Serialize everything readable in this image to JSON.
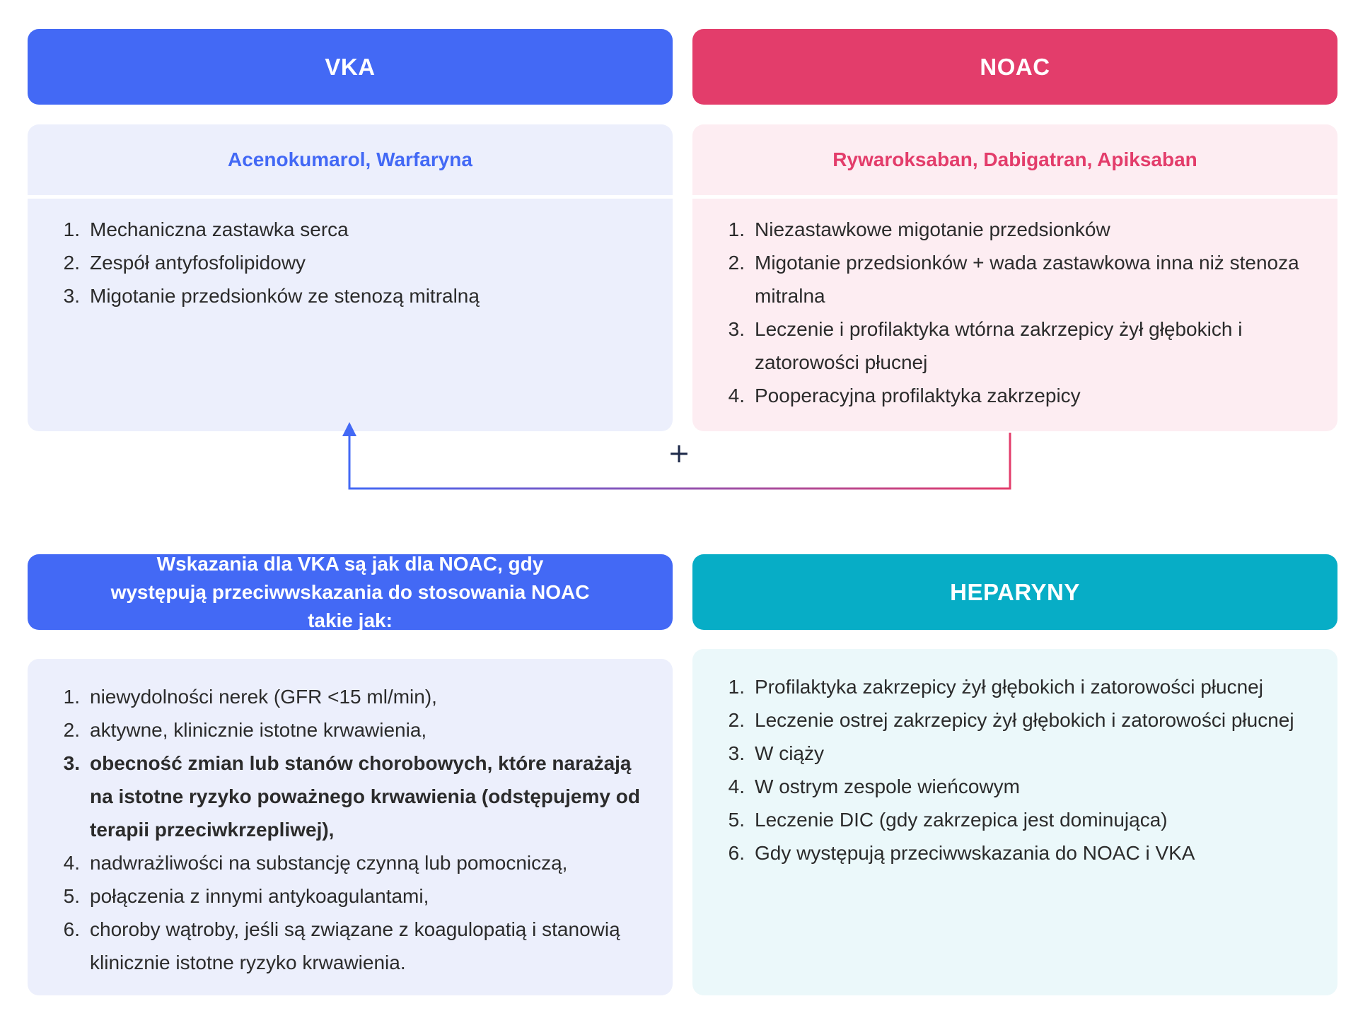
{
  "colors": {
    "vka": "#4369f5",
    "noac": "#e33d6b",
    "heparyny": "#07adc6",
    "vka_bg": "#eceffc",
    "noac_bg": "#fdedf2",
    "heparyny_bg": "#ebf8fa",
    "plus": "#1e2a4a"
  },
  "vka": {
    "title": "VKA",
    "drugs": "Acenokumarol, Warfaryna",
    "items": [
      {
        "n": "1.",
        "text": "Mechaniczna zastawka serca"
      },
      {
        "n": "2.",
        "text": "Zespół antyfosfolipidowy"
      },
      {
        "n": "3.",
        "text": "Migotanie przedsionków ze stenozą mitralną"
      }
    ]
  },
  "noac": {
    "title": "NOAC",
    "drugs": "Rywaroksaban, Dabigatran, Apiksaban",
    "items": [
      {
        "n": "1.",
        "text": "Niezastawkowe migotanie przedsionków"
      },
      {
        "n": "2.",
        "text": "Migotanie przedsionków + wada zastawkowa inna niż stenoza mitralna"
      },
      {
        "n": "3.",
        "text": "Leczenie i profilaktyka wtórna zakrzepicy żył głębokich i zatorowości płucnej"
      },
      {
        "n": "4.",
        "text": "Pooperacyjna profilaktyka zakrzepicy"
      }
    ]
  },
  "connector": {
    "symbol": "+"
  },
  "contra": {
    "title": "Wskazania dla VKA są jak dla NOAC, gdy występują przeciwwskazania do stosowania NOAC takie jak:",
    "items": [
      {
        "n": "1.",
        "text": "niewydolności nerek (GFR <15 ml/min),",
        "bold": false
      },
      {
        "n": "2.",
        "text": "aktywne, klinicznie istotne krwawienia,",
        "bold": false
      },
      {
        "n": "3.",
        "text": "obecność zmian lub stanów chorobowych, które narażają na istotne ryzyko poważnego krwawienia (odstępujemy od terapii przeciwkrzepliwej),",
        "bold": true
      },
      {
        "n": "4.",
        "text": "nadwrażliwości na substancję czynną lub pomocniczą,",
        "bold": false
      },
      {
        "n": "5.",
        "text": "połączenia z innymi antykoagulantami,",
        "bold": false
      },
      {
        "n": "6.",
        "text": "choroby wątroby, jeśli są związane z koagulopatią i stanowią klinicznie istotne ryzyko krwawienia.",
        "bold": false
      }
    ]
  },
  "heparyny": {
    "title": "HEPARYNY",
    "items": [
      {
        "n": "1.",
        "text": "Profilaktyka zakrzepicy żył głębokich i zatorowości płucnej"
      },
      {
        "n": "2.",
        "text": "Leczenie ostrej zakrzepicy żył głębokich i zatorowości płucnej"
      },
      {
        "n": "3.",
        "text": "W ciąży"
      },
      {
        "n": "4.",
        "text": "W ostrym zespole wieńcowym"
      },
      {
        "n": "5.",
        "text": "Leczenie DIC (gdy zakrzepica jest dominująca)"
      },
      {
        "n": "6.",
        "text": "Gdy występują przeciwwskazania do NOAC i VKA"
      }
    ]
  }
}
